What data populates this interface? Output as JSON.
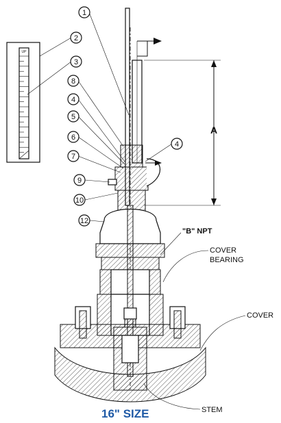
{
  "figure": {
    "title": "16\" SIZE",
    "dimension_label": "A",
    "callouts": [
      "1",
      "2",
      "3",
      "8",
      "4",
      "5",
      "6",
      "7",
      "9",
      "10",
      "12",
      "4"
    ],
    "side_labels": {
      "npt": "\"B\" NPT",
      "cover_bearing_line1": "COVER",
      "cover_bearing_line2": "BEARING",
      "cover": "COVER",
      "stem": "STEM"
    },
    "gauge_text": "UP"
  }
}
